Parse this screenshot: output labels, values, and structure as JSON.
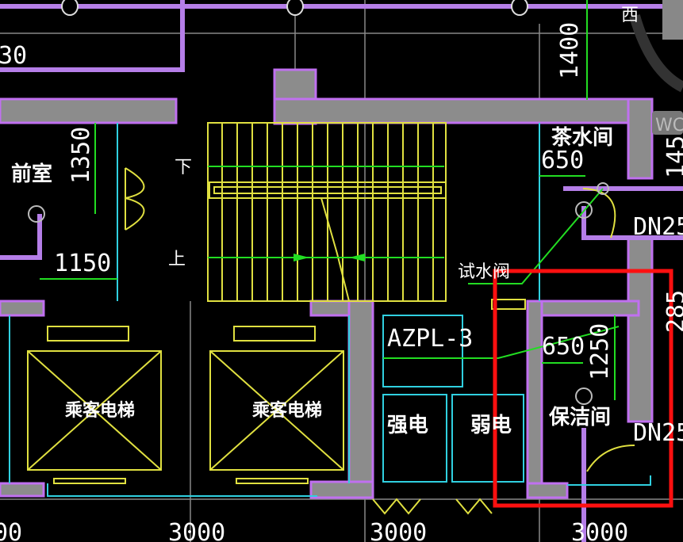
{
  "drawing": {
    "rooms": {
      "anteroom": "前室",
      "tea_room": "茶水间",
      "elevator_1": "乘客电梯",
      "elevator_2": "乘客电梯",
      "strong_power": "强电",
      "weak_power": "弱电",
      "janitor_room": "保洁间",
      "west": "西"
    },
    "stairs": {
      "down": "下",
      "up": "上"
    },
    "labels": {
      "test_valve": "试水阀",
      "panel": "AZPL-3",
      "pipe_1": "DN25",
      "pipe_2": "DN25",
      "wc_partial": "WC"
    },
    "dimensions": {
      "top_left_partial": "30",
      "d1400": "1400",
      "d1350": "1350",
      "d1150": "1150",
      "d650_top": "650",
      "d1450_partial": "145",
      "d650_mid": "650",
      "d1250": "1250",
      "d2850_partial": "285",
      "bottom_partial": "00",
      "bottom_1": "3000",
      "bottom_2": "3000",
      "bottom_3": "3000"
    },
    "highlight_color": "#ff1010"
  }
}
